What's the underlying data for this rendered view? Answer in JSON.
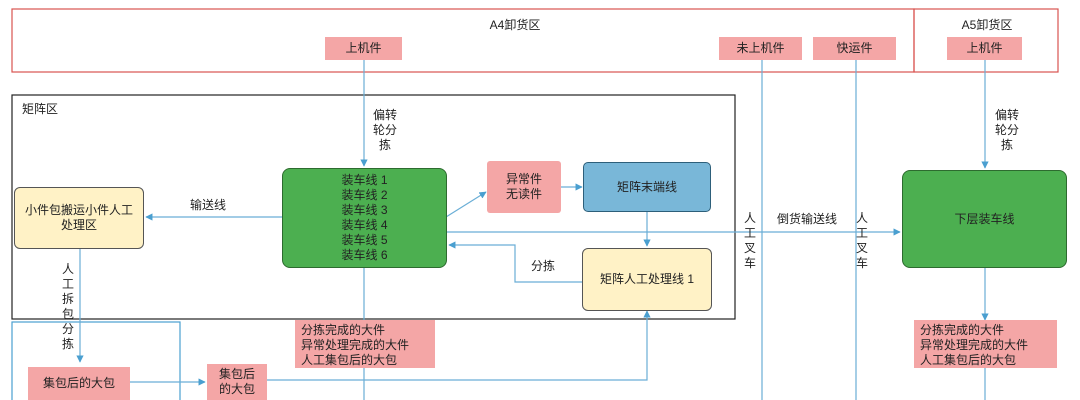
{
  "zones": {
    "a4_title": "A4卸货区",
    "a5_title": "A5卸货区",
    "matrix_title": "矩阵区"
  },
  "tags": {
    "a4_onboard": "上机件",
    "not_onboard": "未上机件",
    "express": "快运件",
    "a5_onboard": "上机件"
  },
  "nodes": {
    "small_parcel": "小件包搬运小件人工处理区",
    "loading_lines": [
      "装车线 1",
      "装车线 2",
      "装车线 3",
      "装车线 4",
      "装车线 5",
      "装车线 6"
    ],
    "exception": "异常件无读件",
    "matrix_end": "矩阵末端线",
    "manual_line": "矩阵人工处理线 1",
    "lower_loading": "下层装车线",
    "bagged_big": "集包后的大包",
    "bagged_big2": "集包后的大包"
  },
  "labels": {
    "deflect_left": "偏转轮分拣",
    "deflect_right": "偏转轮分拣",
    "conveyor": "输送线",
    "sorting": "分拣",
    "manual_unpack": "人工拆包分拣",
    "forklift1": "人工叉车",
    "forklift2": "人工叉车",
    "reverse_conveyor": "倒货输送线"
  },
  "notes": {
    "left": [
      "分拣完成的大件",
      "异常处理完成的大件",
      "人工集包后的大包"
    ],
    "right": [
      "分拣完成的大件",
      "异常处理完成的大件",
      "人工集包后的大包"
    ]
  },
  "colors": {
    "zone_border": "#d9534f",
    "flow": "#6aaed6",
    "tag": "#f4a6a6",
    "loading_green": "#4caf50",
    "manual_yellow": "#fff2c6",
    "matrix_blue": "#79b7d8"
  }
}
